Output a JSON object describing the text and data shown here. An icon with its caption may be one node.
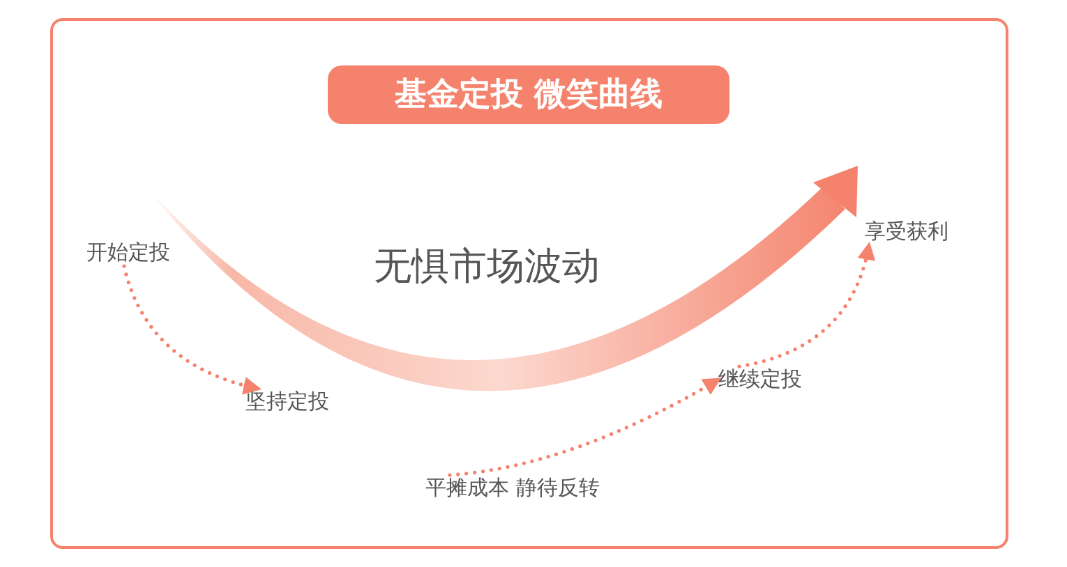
{
  "diagram": {
    "title": "基金定投 微笑曲线",
    "nodes": [
      {
        "text": [
          "开始定投"
        ]
      },
      {
        "text": [
          "坚持定投"
        ]
      },
      {
        "text": [
          "平摊成本 静待反转"
        ]
      },
      {
        "text": [
          "继续定投"
        ]
      },
      {
        "text": [
          "享受获利"
        ]
      }
    ],
    "edges": [
      {
        "from": 0,
        "to": 1,
        "arrow": "to",
        "style": "dashed"
      },
      {
        "from": 2,
        "to": 3,
        "arrow": "to",
        "style": "dashed"
      },
      {
        "from": 3,
        "to": 4,
        "arrow": "to",
        "style": "dashed"
      }
    ],
    "labels": [
      "无惧市场波动"
    ]
  }
}
